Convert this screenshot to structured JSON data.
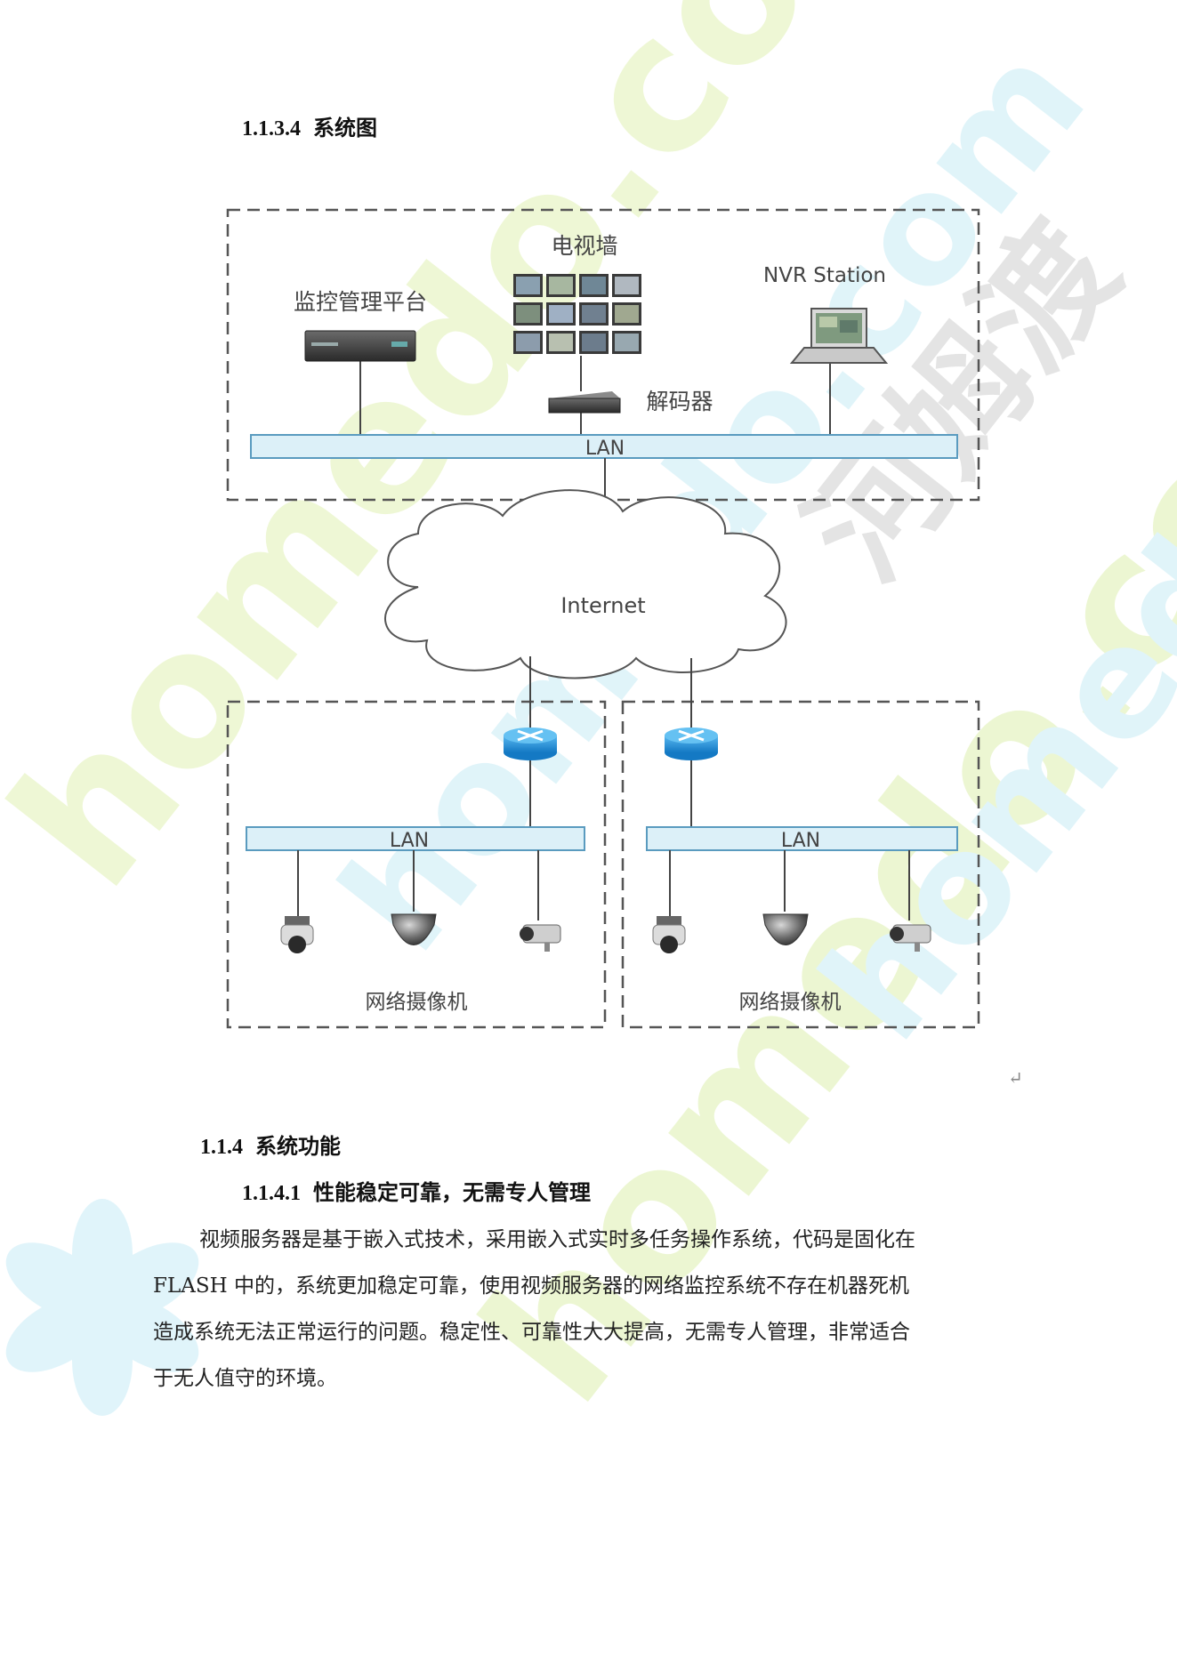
{
  "section_134": {
    "number": "1.1.3.4",
    "title": "系统图"
  },
  "diagram": {
    "tv_wall_label": "电视墙",
    "nvr_label": "NVR Station",
    "platform_label": "监控管理平台",
    "decoder_label": "解码器",
    "lan_label": "LAN",
    "internet_label": "Internet",
    "left_lan_label": "LAN",
    "right_lan_label": "LAN",
    "left_camera_label": "网络摄像机",
    "right_camera_label": "网络摄像机"
  },
  "return_mark": "↵",
  "section_114": {
    "number": "1.1.4",
    "title": "系统功能"
  },
  "section_1141": {
    "number": "1.1.4.1",
    "title": "性能稳定可靠，无需专人管理"
  },
  "paragraph": {
    "line1": "视频服务器是基于嵌入式技术，采用嵌入式实时多任务操作系统，代码是固化在",
    "line2": "FLASH 中的，系统更加稳定可靠，使用视频服务器的网络监控系统不存在机器死机",
    "line3": "造成系统无法正常运行的问题。稳定性、可靠性大大提高，无需专人管理，非常适合",
    "line4": "于无人值守的环境。"
  },
  "watermark": {
    "text_latin": "homedo.com",
    "text_cn": "河姆渡"
  },
  "colors": {
    "lan_fill": "#dcf0f8",
    "lan_stroke": "#5a9bbf",
    "router": "#1f8fd6",
    "watermark_green": "#e9f5c8",
    "watermark_cyan": "#d6f1f8",
    "watermark_gray": "#dcdcdc"
  }
}
